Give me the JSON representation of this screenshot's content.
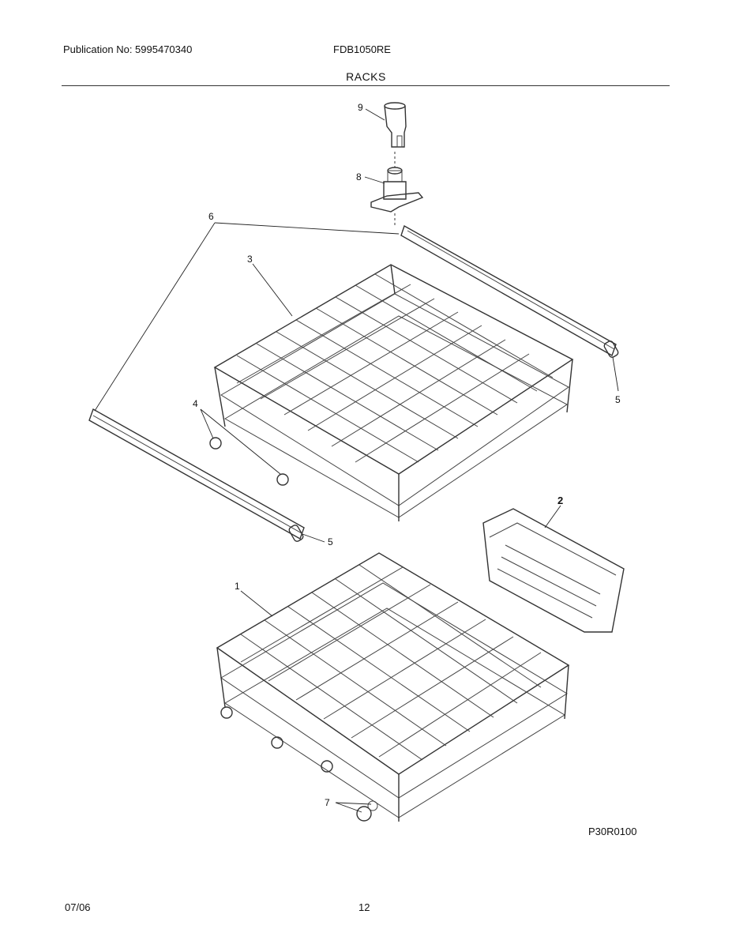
{
  "header": {
    "publication": "Publication No: 5995470340",
    "model": "FDB1050RE",
    "section_title": "RACKS"
  },
  "diagram": {
    "code": "P30R0100",
    "callouts": [
      {
        "id": "c1",
        "label": "1"
      },
      {
        "id": "c2",
        "label": "2"
      },
      {
        "id": "c3",
        "label": "3"
      },
      {
        "id": "c4",
        "label": "4"
      },
      {
        "id": "c5a",
        "label": "5"
      },
      {
        "id": "c5b",
        "label": "5"
      },
      {
        "id": "c6",
        "label": "6"
      },
      {
        "id": "c7",
        "label": "7"
      },
      {
        "id": "c8",
        "label": "8"
      },
      {
        "id": "c9",
        "label": "9"
      }
    ]
  },
  "footer": {
    "date": "07/06",
    "page": "12"
  }
}
